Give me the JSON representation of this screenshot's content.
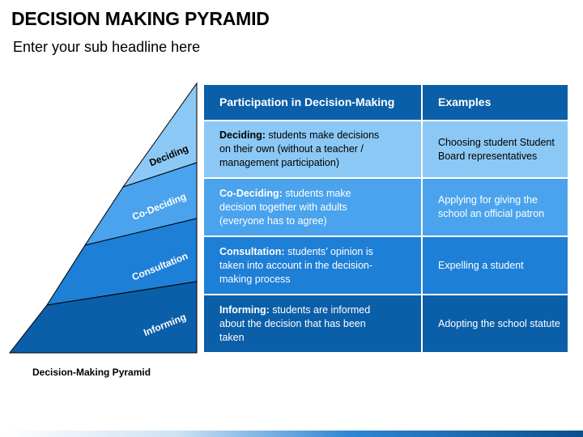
{
  "header": {
    "title": "DECISION MAKING PYRAMID",
    "subtitle": "Enter your sub headline here"
  },
  "pyramid": {
    "caption": "Decision-Making Pyramid",
    "levels": [
      {
        "label": "Deciding",
        "color": "#8cc8f5"
      },
      {
        "label": "Co-Deciding",
        "color": "#4aa3ec"
      },
      {
        "label": "Consultation",
        "color": "#1e7fd6"
      },
      {
        "label": "Informing",
        "color": "#0b5fa8"
      }
    ]
  },
  "table": {
    "headers": {
      "participation": "Participation in Decision-Making",
      "examples": "Examples"
    },
    "header_color": "#0b5fa8",
    "rows": [
      {
        "term": "Deciding:",
        "desc": " students make decisions on their own (without a teacher / management participation)",
        "example": "Choosing student Student Board representatives",
        "color": "#8cc8f5",
        "text_color": "#000000"
      },
      {
        "term": "Co-Deciding:",
        "desc": " students make decision together with adults (everyone has to agree)",
        "example": "Applying for giving the school an official patron",
        "color": "#4aa3ec",
        "text_color": "#ffffff"
      },
      {
        "term": "Consultation:",
        "desc": " students’ opinion is taken into account in the decision-making process",
        "example": "Expelling a student",
        "color": "#1e7fd6",
        "text_color": "#ffffff"
      },
      {
        "term": "Informing:",
        "desc": " students are informed about the decision that has been taken",
        "example": "Adopting the school statute",
        "color": "#0b5fa8",
        "text_color": "#ffffff"
      }
    ]
  }
}
